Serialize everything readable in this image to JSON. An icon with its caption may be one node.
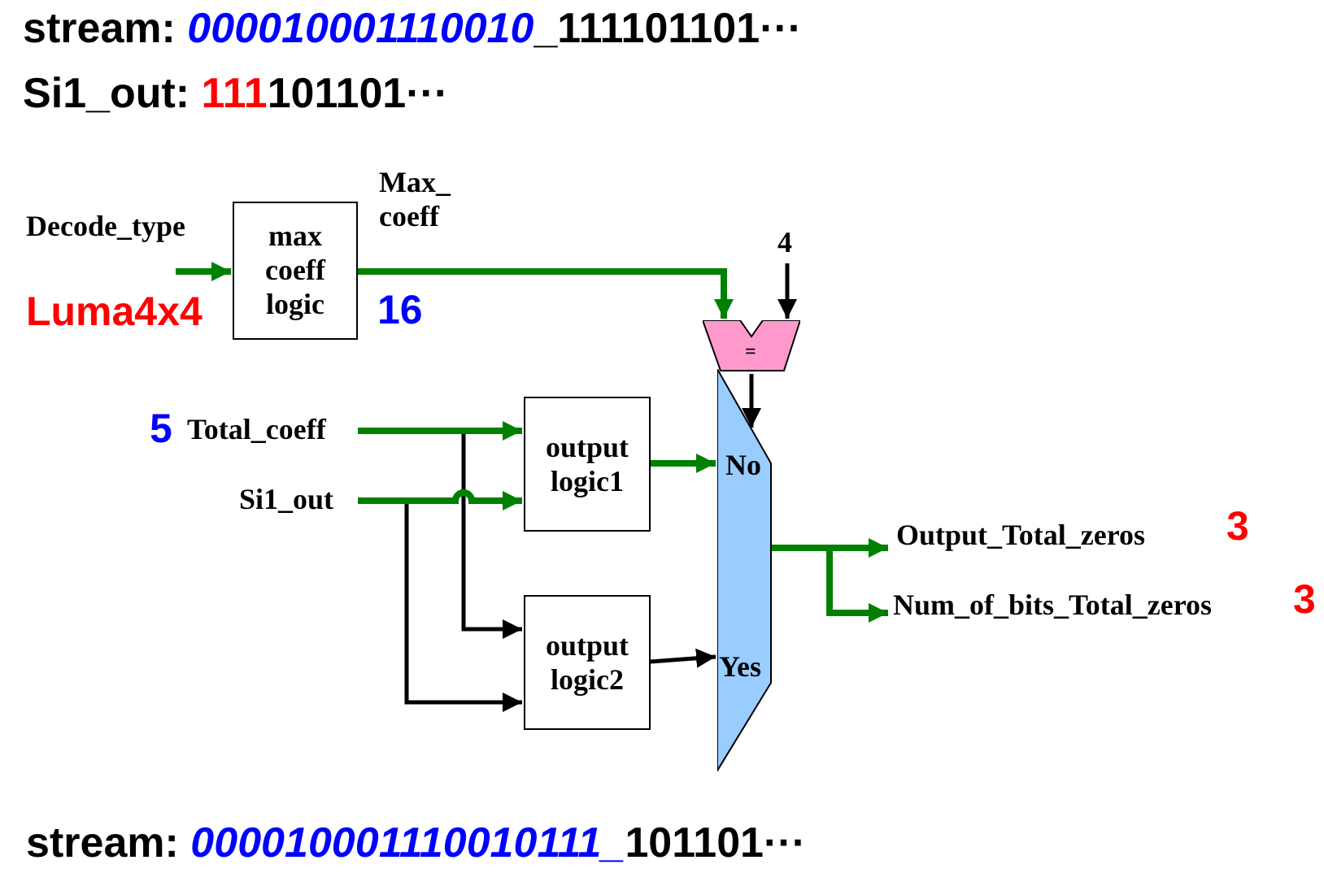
{
  "diagram": {
    "nodes": [
      {
        "text": [
          "Decode_type"
        ],
        "beside": [
          "Luma4x4"
        ]
      },
      {
        "text": [
          "max coeff logic"
        ]
      },
      {
        "text": [
          "="
        ]
      },
      {
        "text": [
          "4"
        ]
      },
      {
        "text": [
          "Total_coeff"
        ],
        "beside": [
          "5"
        ]
      },
      {
        "text": [
          "Si1_out"
        ]
      },
      {
        "text": [
          "output logic1"
        ]
      },
      {
        "text": [
          "output logic2"
        ]
      },
      {
        "text": [
          "No",
          "Yes"
        ]
      },
      {
        "text": [
          "Output_Total_zeros"
        ],
        "beside": [
          "3"
        ]
      },
      {
        "text": [
          "Num_of_bits_Total_zeros"
        ],
        "beside": [
          "3"
        ]
      }
    ],
    "edges": [
      {
        "from": 0,
        "to": 1,
        "arrow": "to"
      },
      {
        "from": 1,
        "to": 2,
        "arrow": "to",
        "label": "Max_ coeff"
      },
      {
        "from": 3,
        "to": 2,
        "arrow": "to",
        "color": "#000000"
      },
      {
        "from": 2,
        "to": 8,
        "arrow": "to",
        "color": "#000000"
      },
      {
        "from": 4,
        "to": 6,
        "arrow": "to"
      },
      {
        "from": 5,
        "to": 6,
        "arrow": "to"
      },
      {
        "from": 4,
        "to": 7,
        "arrow": "to",
        "color": "#000000"
      },
      {
        "from": 5,
        "to": 7,
        "arrow": "to",
        "color": "#000000"
      },
      {
        "from": 6,
        "to": 8,
        "arrow": "to"
      },
      {
        "from": 7,
        "to": 8,
        "arrow": "to",
        "color": "#000000"
      },
      {
        "from": 8,
        "to": 9,
        "arrow": "to"
      },
      {
        "from": 8,
        "to": 10,
        "arrow": "to"
      }
    ],
    "labels": [
      "stream: **000010001110010**_111101101···",
      "Si1_out: **111**101101···",
      "16",
      "stream: **000010001110010111_**101101···"
    ]
  }
}
